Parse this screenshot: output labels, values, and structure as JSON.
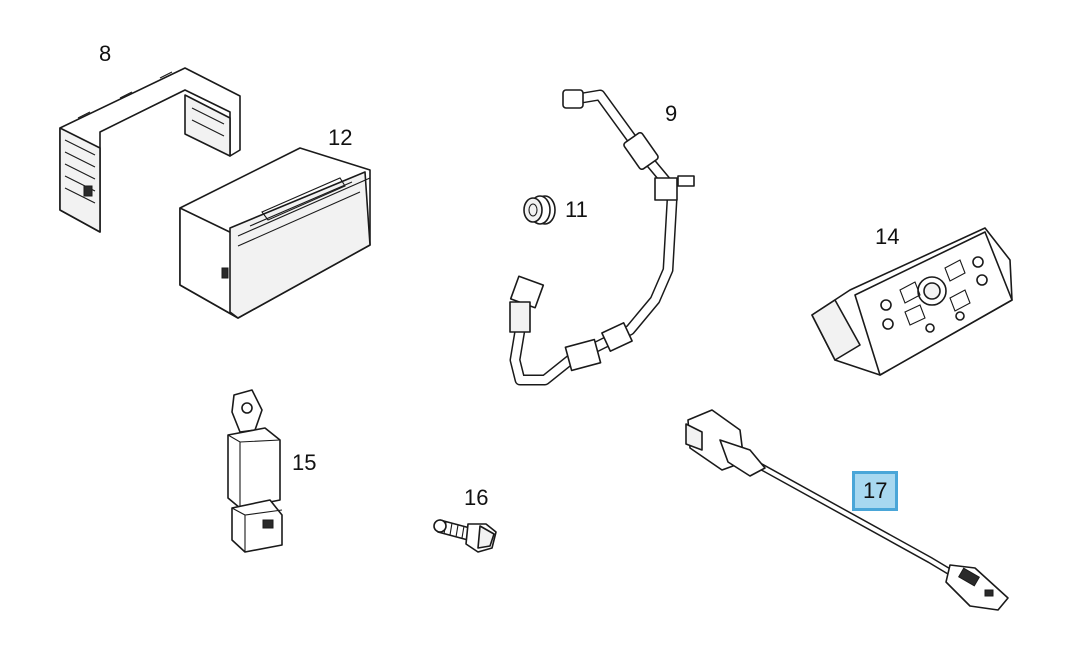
{
  "parts": [
    {
      "id": "8",
      "label": "8"
    },
    {
      "id": "9",
      "label": "9"
    },
    {
      "id": "11",
      "label": "11"
    },
    {
      "id": "12",
      "label": "12"
    },
    {
      "id": "14",
      "label": "14"
    },
    {
      "id": "15",
      "label": "15"
    },
    {
      "id": "16",
      "label": "16"
    },
    {
      "id": "17",
      "label": "17",
      "highlighted": true
    }
  ],
  "colors": {
    "highlight_fill": "#a8d8f0",
    "highlight_border": "#4aa6d8",
    "line": "#1a1a1a"
  }
}
